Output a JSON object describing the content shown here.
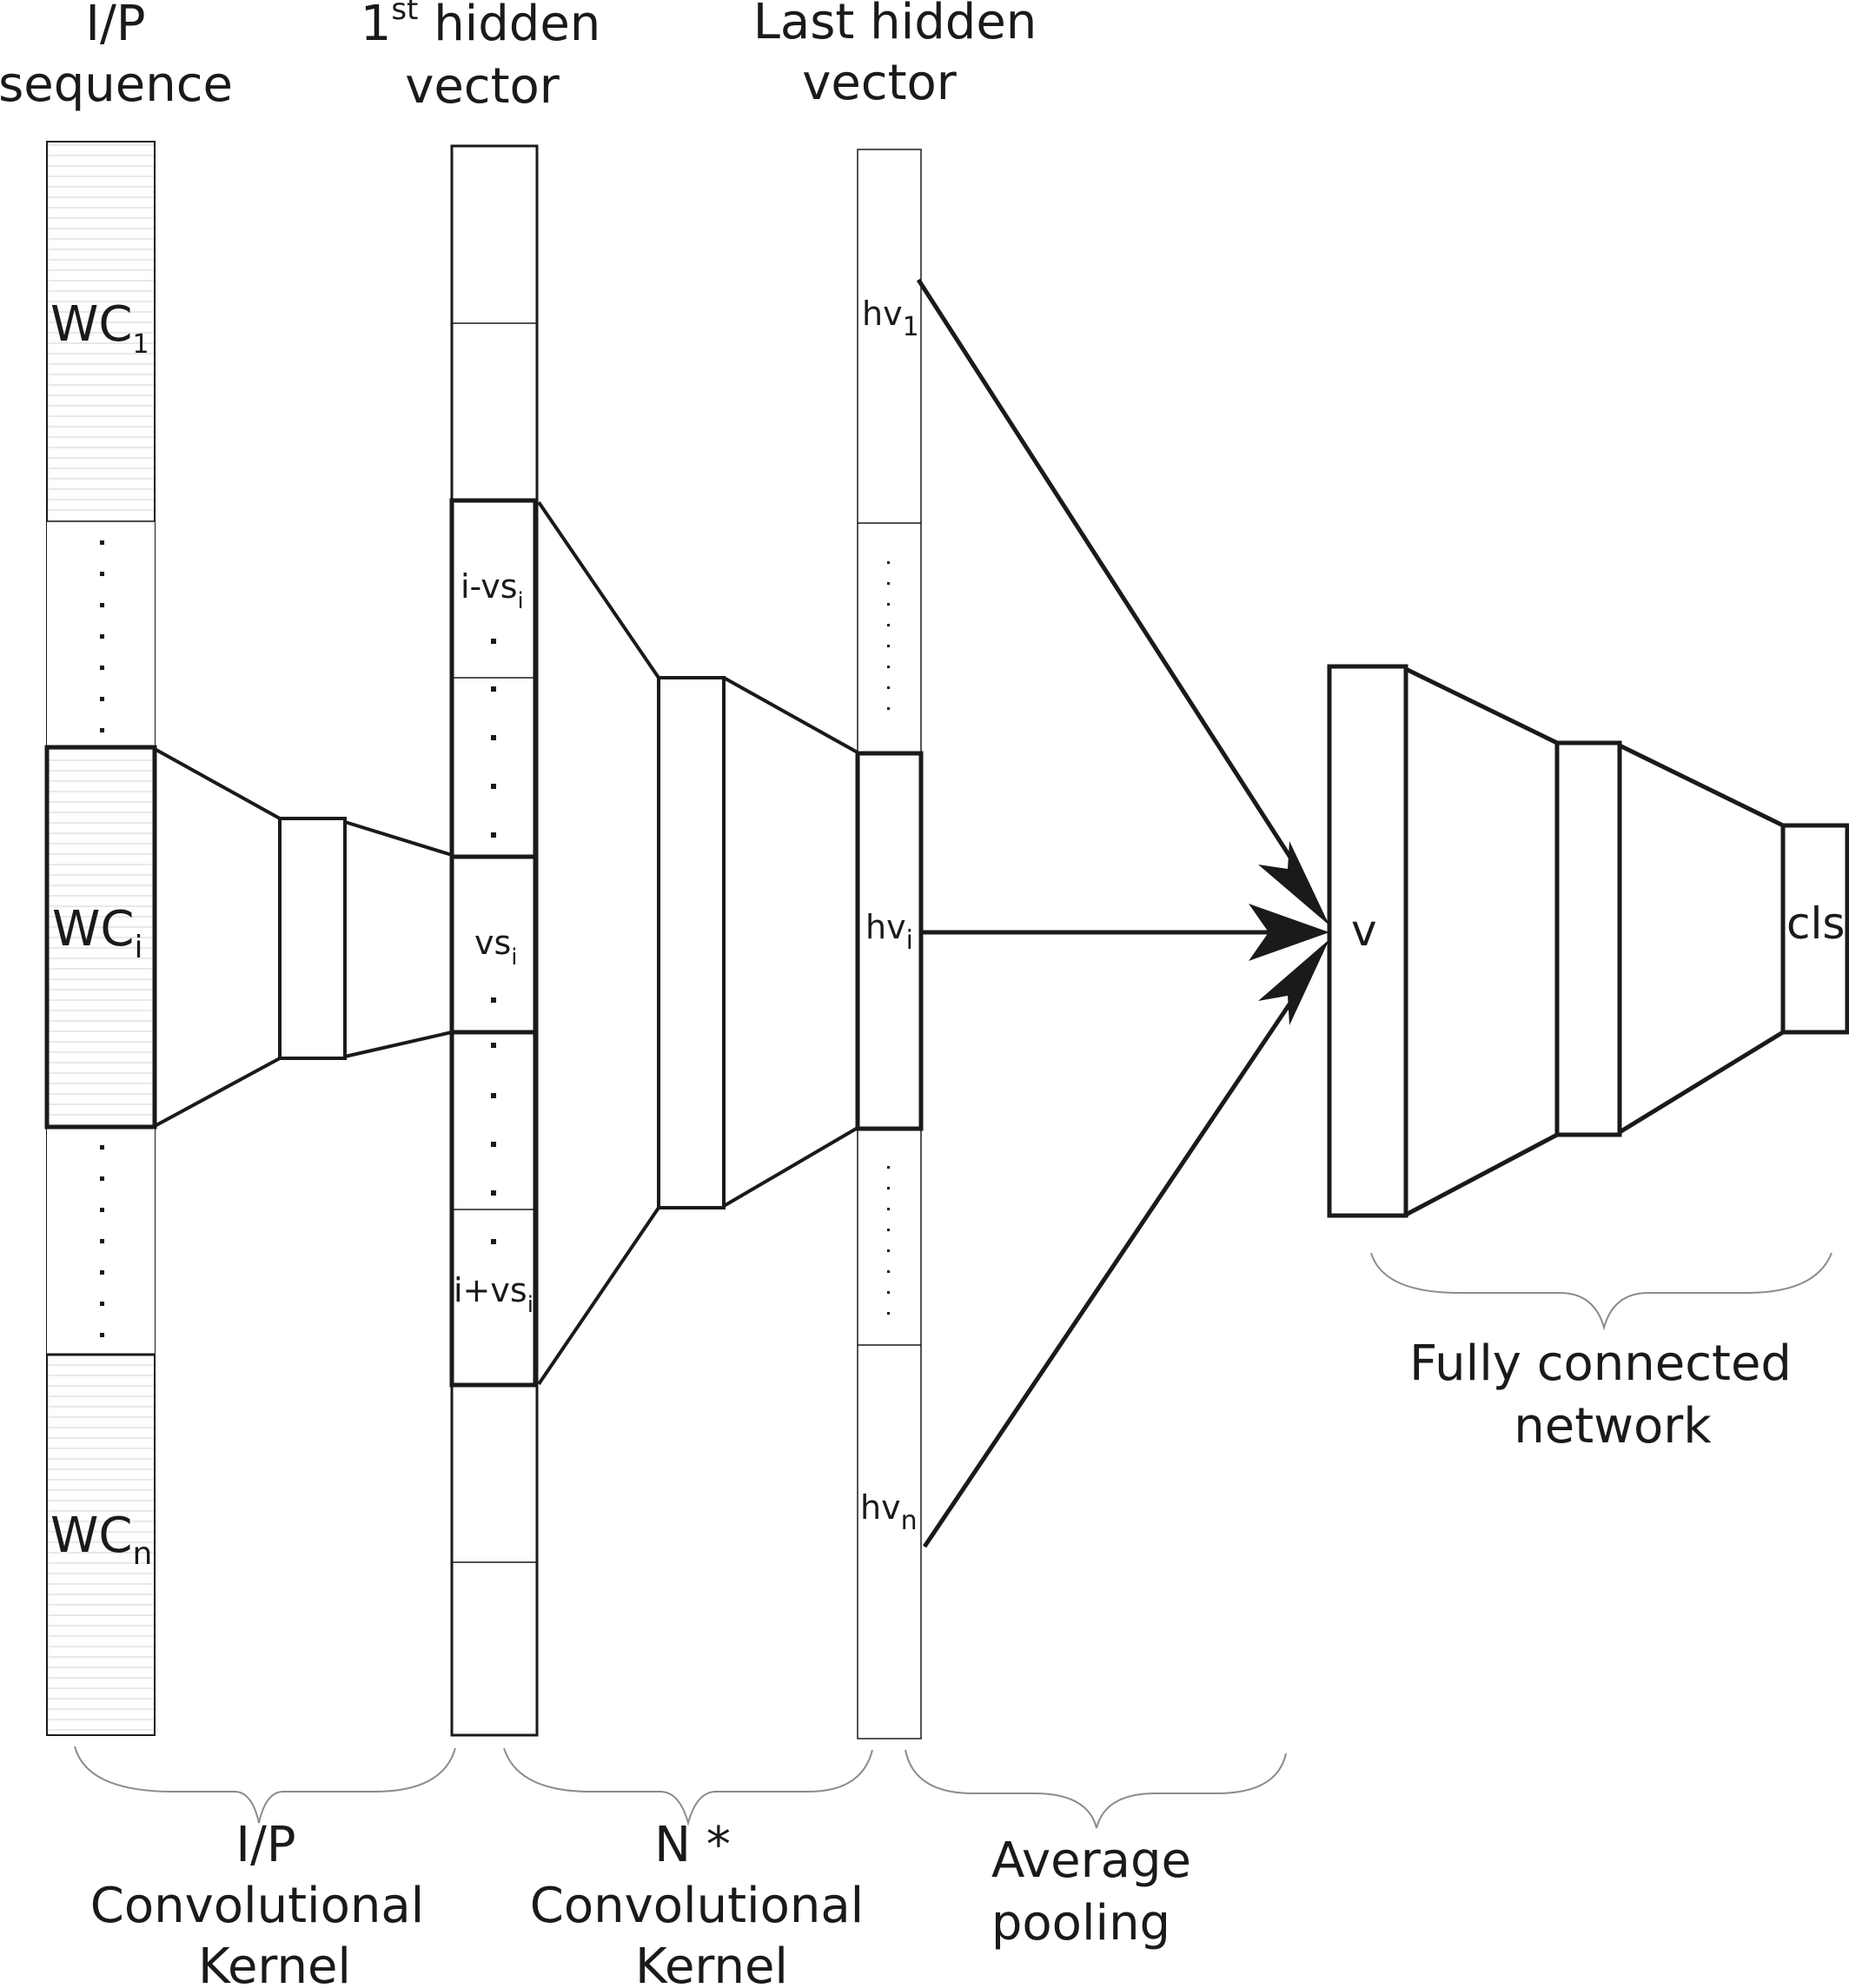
{
  "headers": {
    "input_line1": "I/P",
    "input_line2": "sequence",
    "hidden_first_base": "1",
    "hidden_first_sup": "st",
    "hidden_first_rest": " hidden",
    "hidden_first_line2": "vector",
    "hidden_last_line1": "Last hidden",
    "hidden_last_line2": "vector"
  },
  "input_column": {
    "wc_first_base": "WC",
    "wc_first_sub": "1",
    "wc_i_base": "WC",
    "wc_i_sub": "i",
    "wc_n_base": "WC",
    "wc_n_sub": "n"
  },
  "hidden_column": {
    "i_minus_base": "i-vs",
    "i_minus_sub": "i",
    "vs_base": "vs",
    "vs_sub": "i",
    "i_plus_base": "i+vs",
    "i_plus_sub": "i"
  },
  "last_column": {
    "hv1_base": "hv",
    "hv1_sub": "1",
    "hvi_base": "hv",
    "hvi_sub": "i",
    "hvn_base": "hv",
    "hvn_sub": "n"
  },
  "nodes": {
    "v": "v",
    "cls": "cls"
  },
  "stage_labels": {
    "ip_kernel_line1": "I/P",
    "ip_kernel_line2": "Convolutional",
    "ip_kernel_line3": "Kernel",
    "n_kernel_line1": "N *",
    "n_kernel_line2": "Convolutional",
    "n_kernel_line3": "Kernel",
    "avg_line1": "Average",
    "avg_line2": "pooling",
    "fc_line1": "Fully connected",
    "fc_line2": "network"
  },
  "colors": {
    "ink": "#1a1a1a",
    "brace": "#8c8c8c",
    "fill_stripe": "#e6e6e6"
  }
}
